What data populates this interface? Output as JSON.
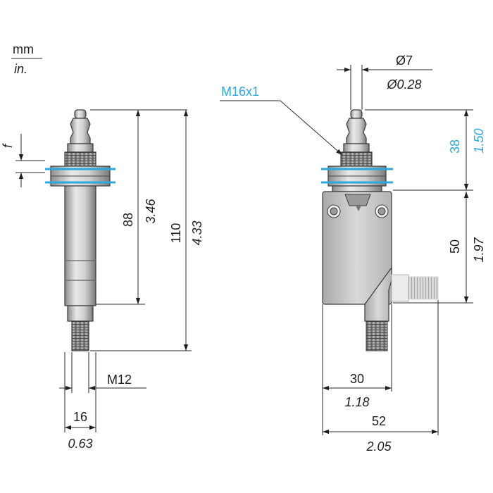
{
  "units": {
    "metric": "mm",
    "imperial": "in."
  },
  "left_view": {
    "stroke_label": "f",
    "height_to_flange": {
      "mm": "88",
      "in": "3.46"
    },
    "total_height": {
      "mm": "110",
      "in": "4.33"
    },
    "thread": "M12",
    "width": {
      "mm": "16",
      "in": "0.63"
    }
  },
  "right_view": {
    "thread_label": "M16x1",
    "plunger_dia": {
      "mm": "Ø7",
      "in": "Ø0.28"
    },
    "plunger_height": {
      "mm": "38",
      "in": "1.50"
    },
    "body_height": {
      "mm": "50",
      "in": "1.97"
    },
    "body_width": {
      "mm": "30",
      "in": "1.18"
    },
    "overall_width": {
      "mm": "52",
      "in": "2.05"
    }
  },
  "colors": {
    "accent": "#2aa8df",
    "body_fill": "#c8c8c8",
    "line": "#2a2a2a"
  }
}
